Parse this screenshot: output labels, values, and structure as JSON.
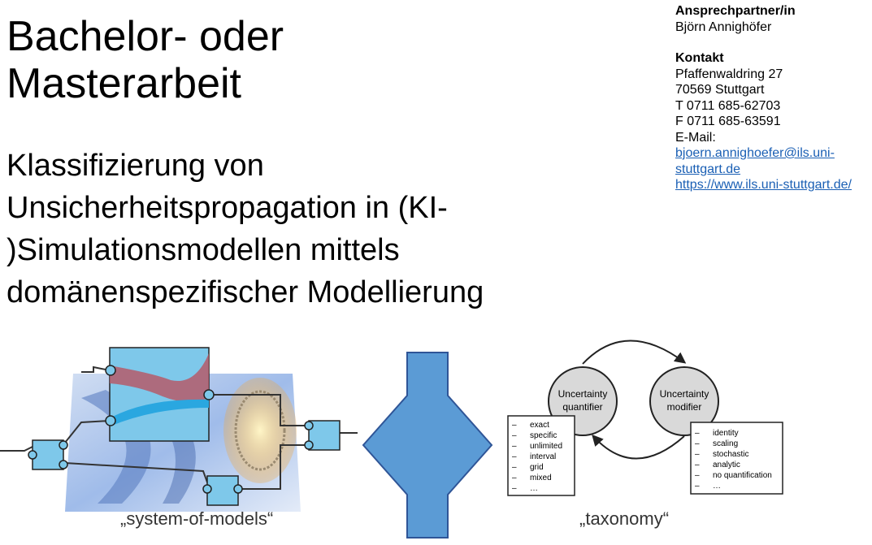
{
  "title_line1": "Bachelor- oder",
  "title_line2": "Masterarbeit",
  "subtitle_line1": "Klassifizierung von",
  "subtitle_line2": "Unsicherheitspropagation in (KI-",
  "subtitle_line3": ")Simulationsmodellen mittels",
  "subtitle_line4": "domänenspezifischer Modellierung",
  "contact": {
    "partner_heading": "Ansprechpartner/in",
    "partner_name": "Björn Annighöfer",
    "contact_heading": "Kontakt",
    "street": "Pfaffenwaldring 27",
    "city": "70569 Stuttgart",
    "phone": "T 0711 685-62703",
    "fax": "F 0711 685-63591",
    "email_label": "E-Mail:",
    "email_line1": "bjoern.annighoefer@ils.uni-",
    "email_line2": "stuttgart.de",
    "website": "https://www.ils.uni-stuttgart.de/"
  },
  "caption_left": "„system-of-models“",
  "caption_right": "„taxonomy“",
  "quantifier_line1": "Uncertainty",
  "quantifier_line2": "quantifier",
  "modifier_line1": "Uncertainty",
  "modifier_line2": "modifier",
  "quantifier_items": [
    "exact",
    "specific",
    "unlimited",
    "interval",
    "grid",
    "mixed",
    "…"
  ],
  "modifier_items": [
    "identity",
    "scaling",
    "stochastic",
    "analytic",
    "no quantification",
    "…"
  ],
  "colors": {
    "block_blue": "#7ec8ea",
    "arrow_blue": "#5b9bd5",
    "chart_red": "#b55a6a",
    "link_blue": "#1a5fb4"
  }
}
